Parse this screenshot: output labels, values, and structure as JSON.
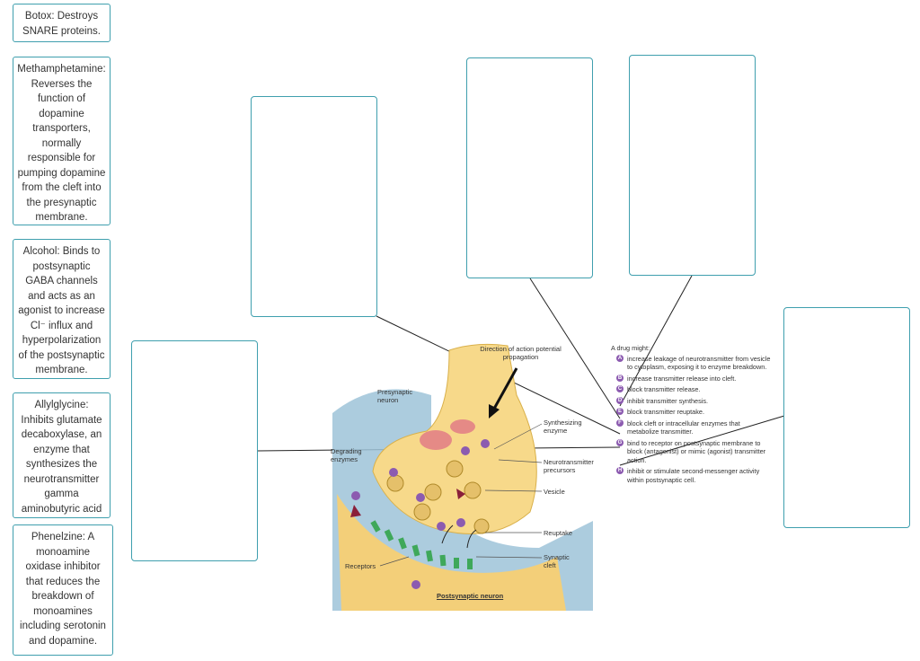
{
  "cards": [
    {
      "id": "botox",
      "text": "Botox: Destroys SNARE proteins."
    },
    {
      "id": "methamphetamine",
      "text": "Methamphetamine: Reverses the function of dopamine transporters, normally responsible for pumping dopamine from the cleft into the presynaptic membrane."
    },
    {
      "id": "alcohol",
      "text": "Alcohol: Binds to postsynaptic GABA channels and acts as an agonist to increase Cl⁻ influx and hyperpolarization of the postsynaptic membrane."
    },
    {
      "id": "allylglycine",
      "text": "Allylglycine: Inhibits glutamate decaboxylase, an enzyme that synthesizes the neurotransmitter gamma aminobutyric acid"
    },
    {
      "id": "phenelzine",
      "text": "Phenelzine: A monoamine oxidase inhibitor that reduces the breakdown of monoamines including serotonin and dopamine."
    }
  ],
  "diagram": {
    "direction_label": "Direction of action potential propagation",
    "presynaptic_label": "Presynaptic neuron",
    "degrading_label": "Degrading enzymes",
    "synthesizing_label": "Synthesizing enzyme",
    "precursors_label": "Neurotransmitter precursors",
    "vesicle_label": "Vesicle",
    "reuptake_label": "Reuptake",
    "cleft_label": "Synaptic cleft",
    "receptors_label": "Receptors",
    "postsynaptic_label": "Postsynaptic neuron",
    "drug_heading": "A drug might:",
    "drug_items": [
      {
        "letter": "A",
        "text": "increase leakage of neurotransmitter from vesicle to cytoplasm, exposing it to enzyme breakdown."
      },
      {
        "letter": "B",
        "text": "increase transmitter release into cleft."
      },
      {
        "letter": "C",
        "text": "block transmitter release."
      },
      {
        "letter": "D",
        "text": "inhibit transmitter synthesis."
      },
      {
        "letter": "E",
        "text": "block transmitter reuptake."
      },
      {
        "letter": "F",
        "text": "block cleft or intracellular enzymes that metabolize transmitter."
      },
      {
        "letter": "G",
        "text": "bind to receptor on postsynaptic membrane to block (antagonist) or mimic (agonist) transmitter action."
      },
      {
        "letter": "H",
        "text": "inhibit or stimulate second-messenger activity within postsynaptic cell."
      }
    ]
  },
  "colors": {
    "card_border": "#3f9fae",
    "badge": "#8c5bb0",
    "cleft": "#9ec3d8",
    "neuron": "#f5d27a",
    "receptor": "#3fa85a"
  }
}
